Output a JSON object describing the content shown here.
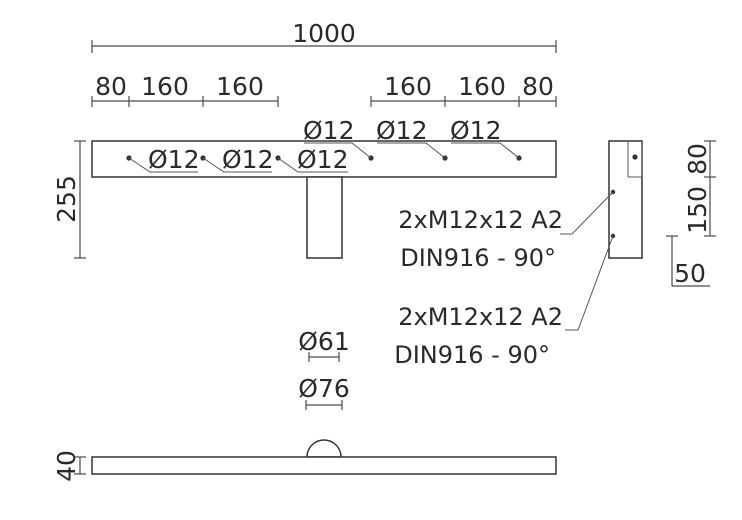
{
  "drawing": {
    "total_width": "1000",
    "left_spacings": [
      "80",
      "160",
      "160"
    ],
    "right_spacings": [
      "160",
      "160",
      "80"
    ],
    "hole_labels_top": [
      "Ø12",
      "Ø12",
      "Ø12"
    ],
    "hole_labels_bottom": [
      "Ø12",
      "Ø12",
      "Ø12"
    ],
    "height_dim": "255",
    "side_dims": [
      "80",
      "150",
      "50"
    ],
    "bolt_note_1": [
      "2xM12x12 A2",
      "DIN916 - 90°"
    ],
    "bolt_note_2": [
      "2xM12x12 A2",
      "DIN916 - 90°"
    ],
    "tube_inner": "Ø61",
    "tube_outer": "Ø76",
    "thickness": "40"
  }
}
